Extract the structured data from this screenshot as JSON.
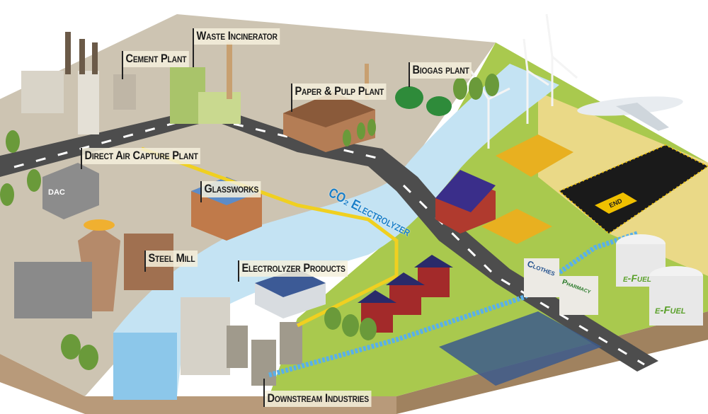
{
  "labels": {
    "waste_incinerator": "Waste Incinerator",
    "cement_plant": "Cement Plant",
    "biogas_plant": "Biogas plant",
    "paper_pulp_plant": "Paper & Pulp Plant",
    "direct_air_capture_plant": "Direct Air Capture Plant",
    "glassworks": "Glassworks",
    "co2_electrolyzer": "CO₂ Electrolyzer",
    "steel_mill": "Steel Mill",
    "electrolyzer_products": "Electrolyzer Products",
    "downstream_industries": "Downstream Industries"
  },
  "signs": {
    "dac": "DAC",
    "clothes": "Clothes",
    "pharmacy": "Pharmacy",
    "efuel_1": "e-Fuel",
    "efuel_2": "e-Fuel",
    "runway_end": "END"
  },
  "colors": {
    "ground_industrial": "#cdc4b2",
    "ground_green": "#a9c94e",
    "ground_yellow": "#f1da8e",
    "river": "#c4e3f3",
    "road": "#4d4d4d",
    "label_bg": "#f5f0dc",
    "electrolyzer_text": "#1a7fc8",
    "soil_side": "#b89a7a"
  }
}
